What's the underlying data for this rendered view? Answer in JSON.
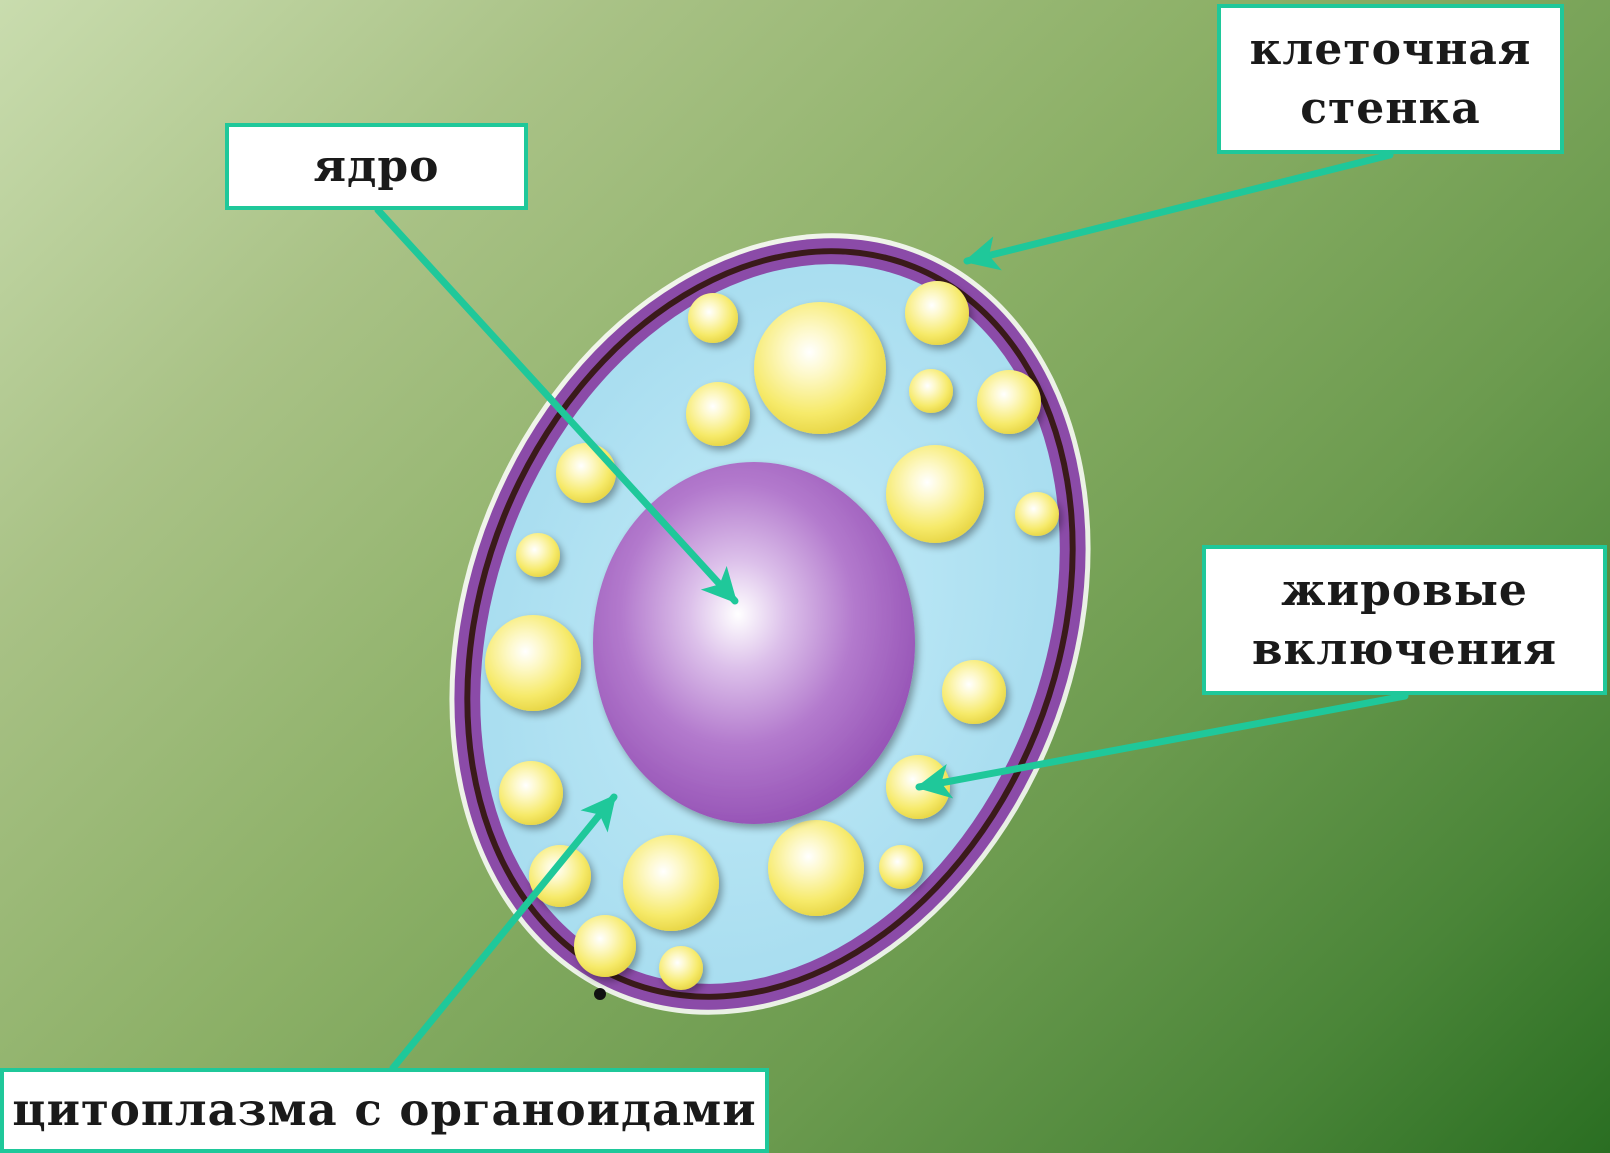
{
  "labels": {
    "nucleus": "ядро",
    "cell_wall_line1": "клеточная",
    "cell_wall_line2": "стенка",
    "fat_line1": "жировые",
    "fat_line2": "включения",
    "cytoplasm": "цитоплазма с органоидами"
  },
  "colors": {
    "background_light": "#c9dcae",
    "background_dark": "#2a6e22",
    "arrow": "#1fc89a",
    "cell_wall_outer": "#8b4ba8",
    "cell_wall_inner": "#3a1a1a",
    "cytoplasm": "#aee3f3",
    "nucleus": "#a25cc0",
    "fat_droplet": "#f7ec6e"
  }
}
